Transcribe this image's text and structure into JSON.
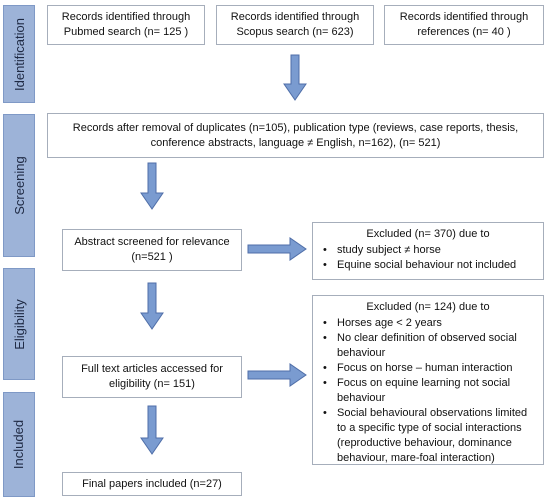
{
  "phases": {
    "identification": "Identification",
    "screening": "Screening",
    "eligibility": "Eligibility",
    "included": "Included"
  },
  "identification": {
    "pubmed": {
      "line1": "Records identified through",
      "line2": "Pubmed search (n= 125 )"
    },
    "scopus": {
      "line1": "Records identified through",
      "line2": "Scopus search (n= 623)"
    },
    "references": {
      "line1": "Records identified through",
      "line2": "references (n= 40 )"
    }
  },
  "screening": {
    "records_after": {
      "line1": "Records after removal of duplicates (n=105), publication type (reviews, case reports, thesis,",
      "line2": "conference abstracts, language ≠ English, n=162), (n= 521)"
    }
  },
  "eligibility": {
    "abstract": {
      "line1": "Abstract screened for relevance",
      "line2": "(n=521 )"
    },
    "excluded_abstract": {
      "head": "Excluded (n= 370) due to",
      "items": [
        "study subject ≠ horse",
        "Equine social behaviour not included"
      ]
    },
    "fulltext": {
      "line1": "Full text articles accessed for",
      "line2": "eligibility (n= 151)"
    },
    "excluded_fulltext": {
      "head": "Excluded (n= 124) due to",
      "items": [
        "Horses age < 2 years",
        "No clear definition of observed social behaviour",
        "Focus on horse – human interaction",
        "Focus on equine learning not social behaviour",
        "Social behavioural observations limited to a specific type of social interactions (reproductive behaviour, dominance behaviour, mare-foal interaction)"
      ]
    }
  },
  "included": {
    "final": "Final papers included (n=27)"
  },
  "colors": {
    "phase_fill": "#9db3d8",
    "arrow_fill": "#7a9bd0",
    "arrow_stroke": "#4f6ea8",
    "box_border": "#a6aebb"
  }
}
